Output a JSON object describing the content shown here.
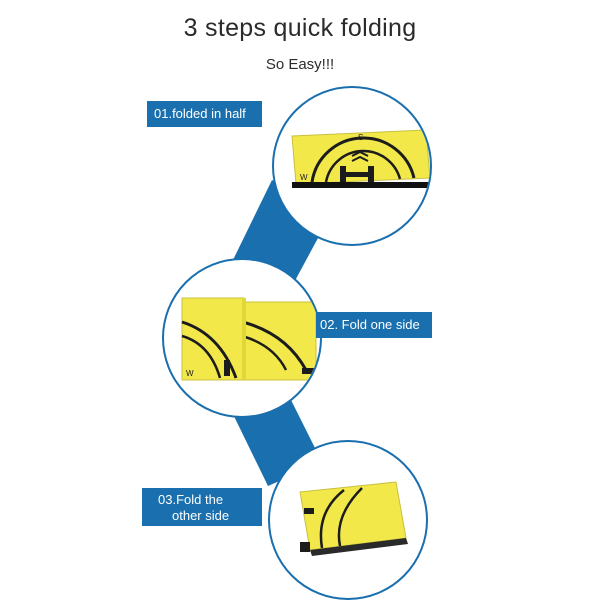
{
  "header": {
    "title": "3 steps quick folding",
    "subtitle": "So Easy!!!"
  },
  "steps": [
    {
      "label": "01.folded in half"
    },
    {
      "label": "02. Fold one side"
    },
    {
      "label_line1": "03.Fold the",
      "label_line2": "other side"
    }
  ],
  "colors": {
    "accent_blue": "#1a6fae",
    "pad_yellow": "#f2e84a",
    "pad_lines": "#1c1c1c"
  }
}
